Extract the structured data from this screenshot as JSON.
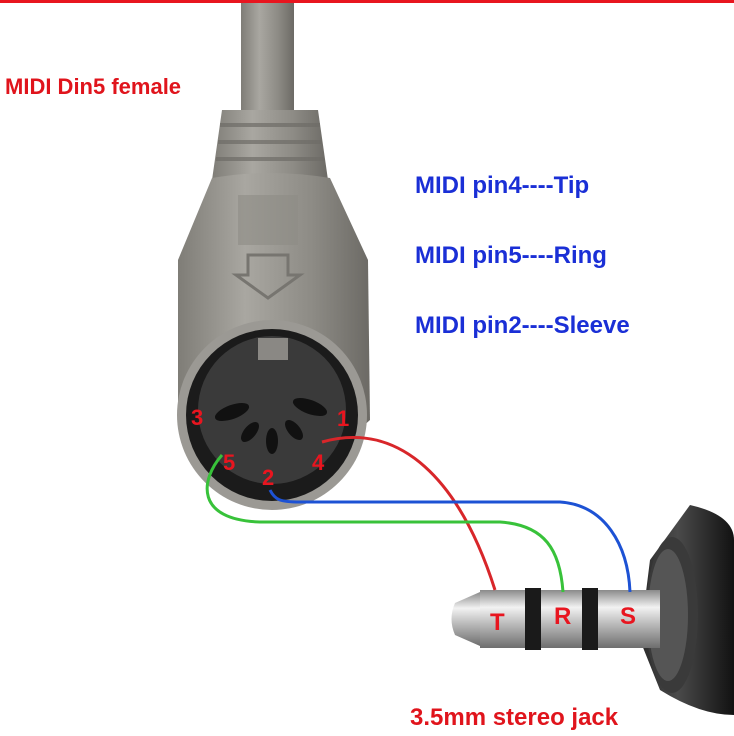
{
  "title_connector": "MIDI Din5 female",
  "mapping": [
    "MIDI pin4----Tip",
    "MIDI pin5----Ring",
    "MIDI pin2----Sleeve"
  ],
  "pins": [
    "1",
    "2",
    "3",
    "4",
    "5"
  ],
  "jack_labels": {
    "tip": "T",
    "ring": "R",
    "sleeve": "S"
  },
  "jack_caption": "3.5mm stereo jack",
  "colors": {
    "title": "#e0141c",
    "mapping": "#1a2fd6",
    "pin_labels": "#e8151f",
    "wire_tip": "#d8262a",
    "wire_ring": "#38c23a",
    "wire_sleeve": "#1d52d4"
  }
}
